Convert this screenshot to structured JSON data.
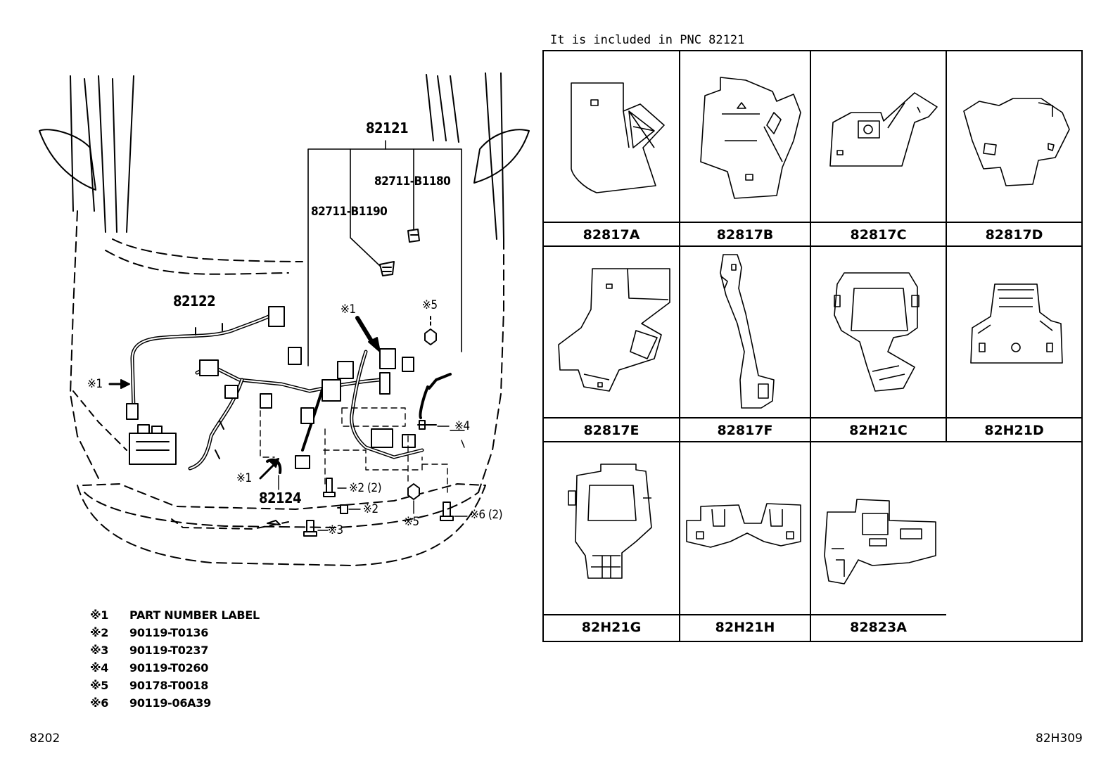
{
  "header_note": "It is included in PNC 82121",
  "main_diagram": {
    "callout_82121": "82121",
    "callout_82122": "82122",
    "callout_82124": "82124",
    "callout_b1180": "82711-B1180",
    "callout_b1190": "82711-B1190",
    "mark1_a": "※1",
    "mark1_b": "※1",
    "mark1_c": "※1",
    "mark5_a": "※5",
    "mark5_b": "※5",
    "mark4": "※4",
    "mark2_2": "※2 (2)",
    "mark2": "※2",
    "mark3": "※3",
    "mark6_2": "※6 (2)"
  },
  "legend": [
    {
      "mark": "※1",
      "text": "PART NUMBER LABEL"
    },
    {
      "mark": "※2",
      "text": "90119-T0136"
    },
    {
      "mark": "※3",
      "text": "90119-T0237"
    },
    {
      "mark": "※4",
      "text": "90119-T0260"
    },
    {
      "mark": "※5",
      "text": "90178-T0018"
    },
    {
      "mark": "※6",
      "text": "90119-06A39"
    }
  ],
  "parts_grid": [
    {
      "label": "82817A"
    },
    {
      "label": "82817B"
    },
    {
      "label": "82817C"
    },
    {
      "label": "82817D"
    },
    {
      "label": "82817E"
    },
    {
      "label": "82817F"
    },
    {
      "label": "82H21C"
    },
    {
      "label": "82H21D"
    },
    {
      "label": "82H21G"
    },
    {
      "label": "82H21H"
    },
    {
      "label": "82823A"
    }
  ],
  "footer": {
    "left_code": "8202",
    "right_code": "82H309"
  }
}
